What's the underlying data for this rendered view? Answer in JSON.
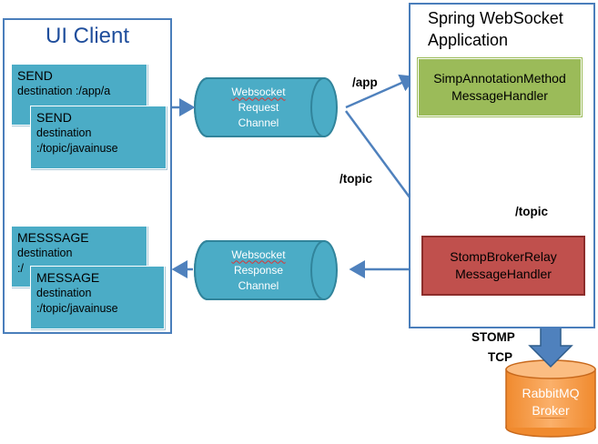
{
  "ui_client": {
    "title": "UI Client",
    "send_a": {
      "type": "SEND",
      "line1": "destination :/app/a"
    },
    "send_b": {
      "type": "SEND",
      "line1": "destination",
      "line2": ":/topic/javainuse"
    },
    "msg_a": {
      "type": "MESSSAGE",
      "line1": "destination",
      "line2": ":/"
    },
    "msg_b": {
      "type": "MESSAGE",
      "line1": "destination",
      "line2": ":/topic/javainuse"
    }
  },
  "request_channel": {
    "line1": "Websocket",
    "line2": "Request",
    "line3": "Channel"
  },
  "response_channel": {
    "line1": "Websocket",
    "line2": "Response",
    "line3": "Channel"
  },
  "spring_app": {
    "title_line1": "Spring WebSocket",
    "title_line2": "Application",
    "simp_handler": {
      "line1": "SimpAnnotationMethod",
      "line2": "MessageHandler"
    },
    "broker_relay": {
      "line1": "StompBrokerRelay",
      "line2": "MessageHandler"
    }
  },
  "labels": {
    "app": "/app",
    "topic_left": "/topic",
    "topic_right": "/topic",
    "stomp": "STOMP",
    "tcp": "TCP"
  },
  "rabbitmq": {
    "line1": "RabbitMQ",
    "line2": "Broker"
  },
  "colors": {
    "container_border": "#4a7ebb",
    "title": "#1f4e9c",
    "client_box": "#4bacc6",
    "channel": "#4bacc6",
    "simp_handler": "#9bbb59",
    "broker_relay": "#c0504d",
    "rabbitmq": "#f79646",
    "arrow": "#4f81bd"
  }
}
